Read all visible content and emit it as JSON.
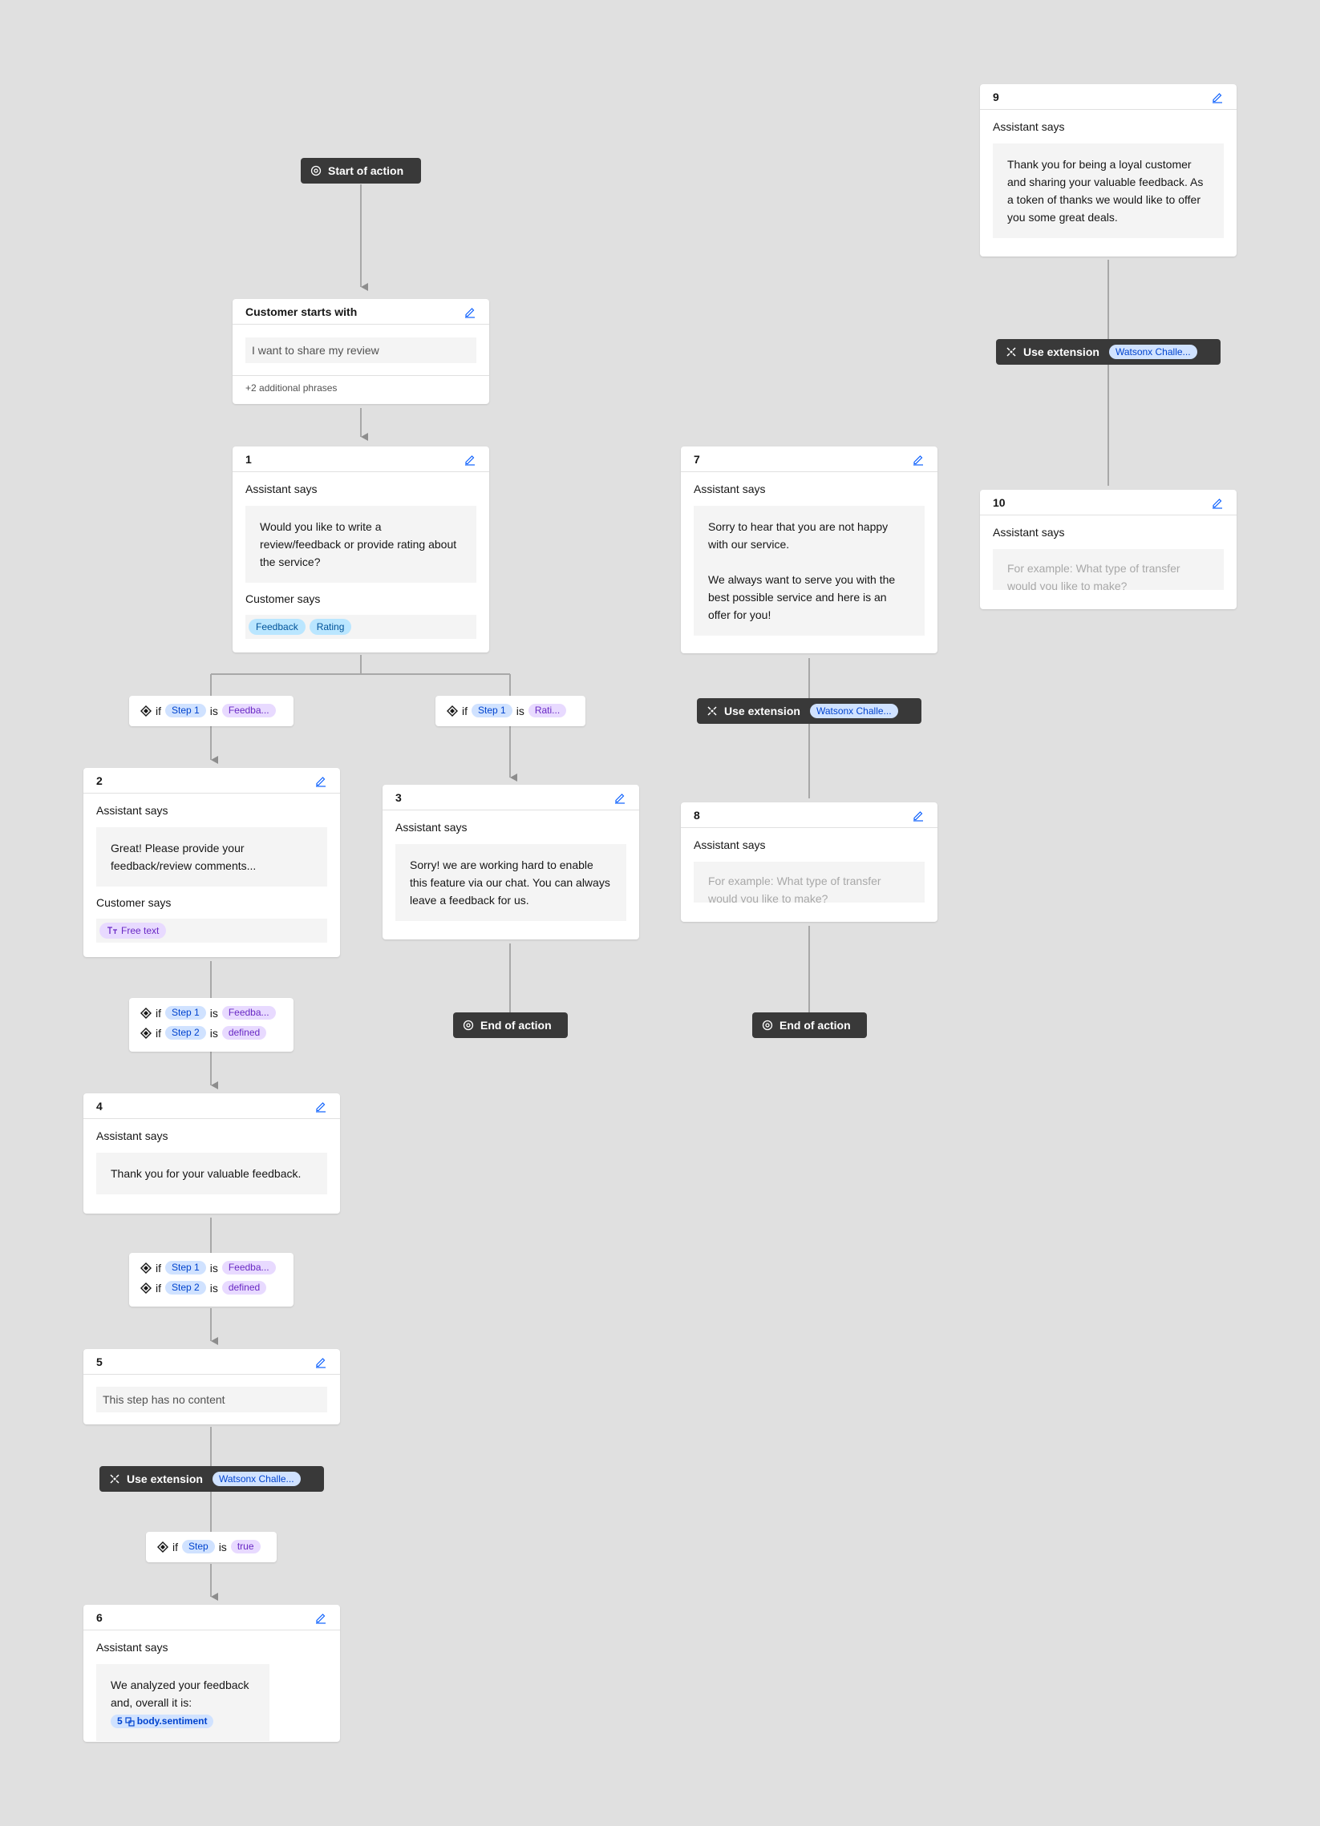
{
  "colors": {
    "canvas": "#e0e0e0",
    "card": "#ffffff",
    "dark_pill": "#393939",
    "edit_icon": "#0f62fe",
    "tag_blue": "#d0e2ff",
    "tag_purple": "#e8daff",
    "chip_cyan": "#bae6ff"
  },
  "start": {
    "label": "Start of action"
  },
  "trigger": {
    "title": "Customer starts with",
    "phrase": "I want to share my review",
    "footer": "+2 additional phrases"
  },
  "common": {
    "assistant_says": "Assistant says",
    "customer_says": "Customer says",
    "if": "if",
    "is": "is",
    "use_extension": "Use extension",
    "extension_name": "Watsonx Challe...",
    "end_action": "End of action"
  },
  "steps": {
    "s1": {
      "number": "1",
      "assistant_text": "Would you like to write a review/feedback or provide rating about the service?",
      "options": [
        "Feedback",
        "Rating"
      ]
    },
    "s2": {
      "number": "2",
      "assistant_text": "Great! Please provide your feedback/review comments...",
      "response_type": "Free text"
    },
    "s3": {
      "number": "3",
      "assistant_text": "Sorry! we are working hard to enable this feature via our chat. You can always leave a feedback for us."
    },
    "s4": {
      "number": "4",
      "assistant_text": "Thank you for your valuable feedback."
    },
    "s5": {
      "number": "5",
      "empty_text": "This step has no content"
    },
    "s6": {
      "number": "6",
      "assistant_text": "We analyzed your feedback and, overall it is:",
      "variable_step": "5",
      "variable_name": "body.sentiment"
    },
    "s7": {
      "number": "7",
      "assistant_text_1": "Sorry to hear that you are not happy with our service.",
      "assistant_text_2": "We always want to serve you with the best possible service and here is an offer for you!"
    },
    "s8": {
      "number": "8",
      "placeholder": "For example: What type of transfer would you like to make?"
    },
    "s9": {
      "number": "9",
      "assistant_text": "Thank you for being a loyal customer and sharing your valuable feedback. As a token of thanks we would like to offer you some great deals."
    },
    "s10": {
      "number": "10",
      "placeholder": "For example: What type of transfer would you like to make?"
    }
  },
  "conditions": {
    "c_feedback": {
      "step": "Step 1",
      "value": "Feedba..."
    },
    "c_rating": {
      "step": "Step 1",
      "value": "Rati..."
    },
    "c_to4": [
      {
        "step": "Step 1",
        "value": "Feedba..."
      },
      {
        "step": "Step 2",
        "value": "defined"
      }
    ],
    "c_to5": [
      {
        "step": "Step 1",
        "value": "Feedba..."
      },
      {
        "step": "Step 2",
        "value": "defined"
      }
    ],
    "c_to6": {
      "step": "Step",
      "value": "true"
    }
  }
}
